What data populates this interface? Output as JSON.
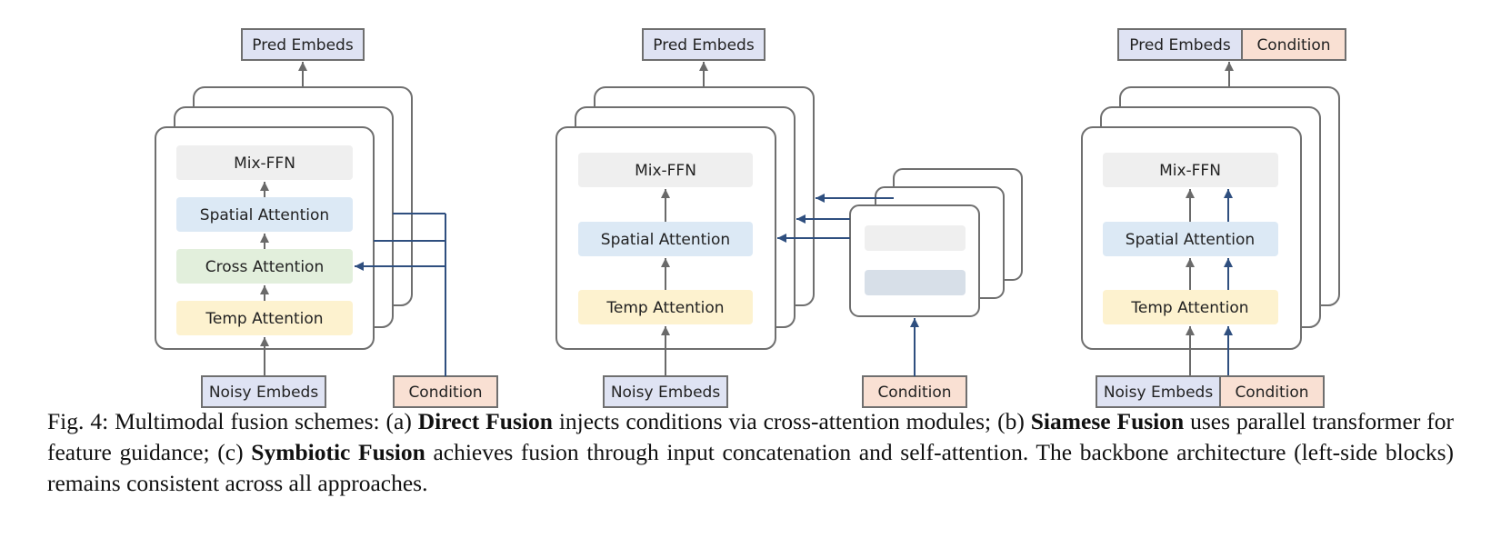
{
  "colors": {
    "block_border": "#6f6f6f",
    "arrow_gray": "#6a6a6a",
    "arrow_blue": "#2f4f7f",
    "pred_fill": "#dfe3f3",
    "condition_fill": "#f9e0d3",
    "mix_ffn_fill": "#efefef",
    "spatial_fill": "#dce9f5",
    "cross_fill": "#e2efdc",
    "temp_fill": "#fdf2cf",
    "siamese_slot_top": "#efefef",
    "siamese_slot_bottom": "#d7dfe8"
  },
  "diagram_a": {
    "pred": "Pred Embeds",
    "mix_ffn": "Mix-FFN",
    "spatial": "Spatial Attention",
    "cross": "Cross Attention",
    "temp": "Temp Attention",
    "noisy": "Noisy Embeds",
    "condition": "Condition"
  },
  "diagram_b": {
    "pred": "Pred Embeds",
    "mix_ffn": "Mix-FFN",
    "spatial": "Spatial Attention",
    "temp": "Temp Attention",
    "noisy": "Noisy Embeds",
    "condition": "Condition"
  },
  "diagram_c": {
    "pred": "Pred Embeds",
    "condition_top": "Condition",
    "mix_ffn": "Mix-FFN",
    "spatial": "Spatial Attention",
    "temp": "Temp Attention",
    "noisy": "Noisy Embeds",
    "condition": "Condition"
  },
  "caption": {
    "prefix": "Fig. 4: Multimodal fusion schemes: (a) ",
    "term_a": "Direct Fusion",
    "text_a": " injects conditions via cross-attention modules; (b) ",
    "term_b": "Siamese Fusion",
    "text_b": " uses parallel transformer for feature guidance; (c) ",
    "term_c": "Symbiotic Fusion",
    "text_c": " achieves fusion through input concatenation and self-attention. The backbone architecture (left-side blocks) remains consistent across all approaches."
  }
}
